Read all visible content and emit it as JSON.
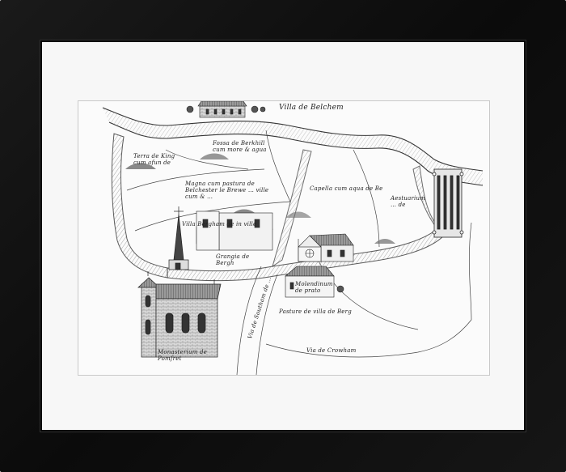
{
  "labels": {
    "villa": "Villa de Belchem",
    "top_field": "Fossa de Berkhill\ncum more\n&\nagua",
    "left_field": "Terra\nde\nKing\ncum\nafun\nde",
    "mid_field": "Magna cum pastura de Belchester\nle Brewe\n… ville\ncum\n&\n…",
    "mid_lower": "Villa Bergham de in ville",
    "right_upper": "Capella cum\naqua\nde\nBe",
    "far_right": "Aestuarium\n…\nde",
    "church_left": "Grangia\nde\nBergh",
    "church_center": "Molendinum\nde\nprato",
    "bottom_mid": "Pasture de\nvilla\nde\nBerg",
    "bottom_road": "Via de Crowham",
    "monastery": "Monasterium de\nPomfret",
    "diagonal_road": "Via de Southam\nde\n…"
  },
  "colors": {
    "frame": "#111111",
    "mat": "#f7f7f7",
    "ink": "#2a2a2a"
  }
}
